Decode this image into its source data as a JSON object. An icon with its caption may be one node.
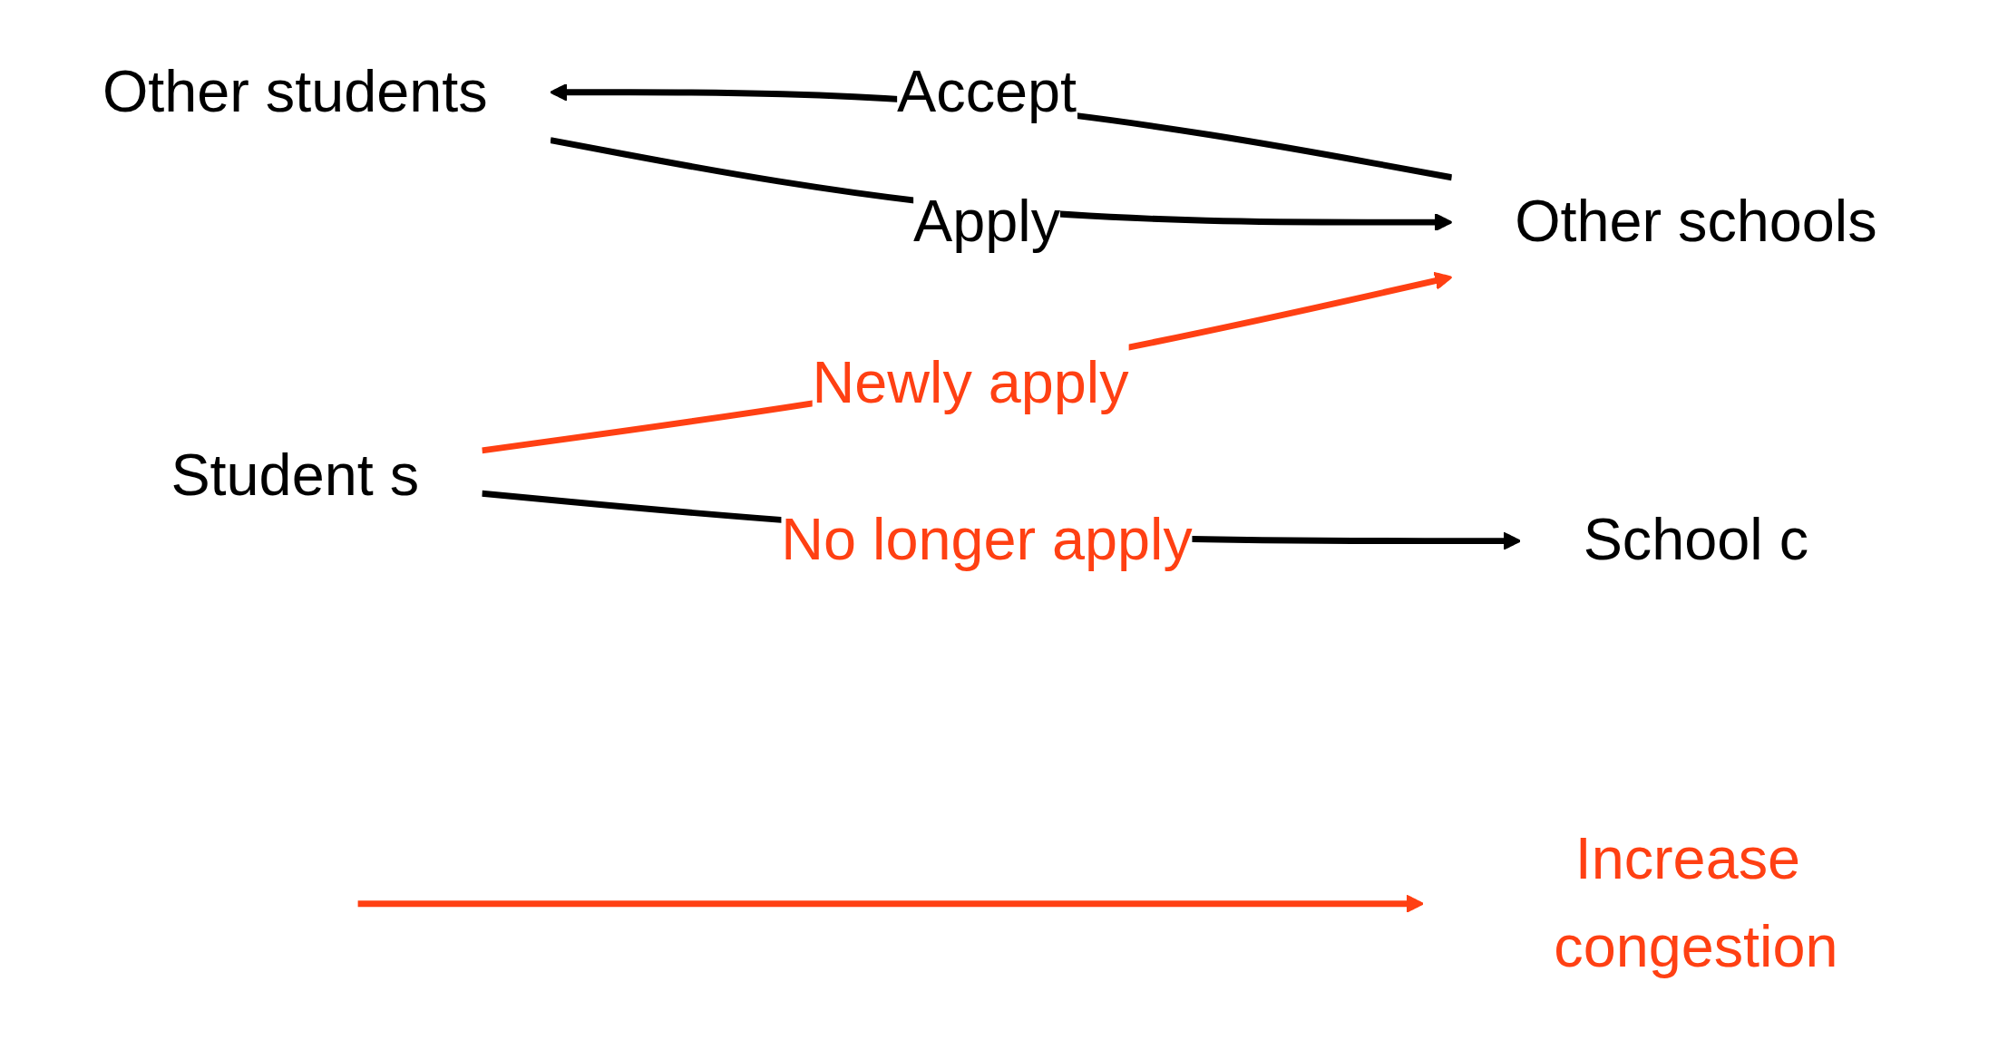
{
  "diagram": {
    "nodes": [
      {
        "text": [
          "Student s"
        ]
      },
      {
        "text": [
          "School c"
        ]
      },
      {
        "text": [
          "Other students"
        ]
      },
      {
        "text": [
          "Other schools"
        ]
      },
      {
        "text": [
          "Increase congestion"
        ]
      }
    ],
    "edges": [
      {
        "from": 0,
        "to": 1,
        "arrow": "to",
        "label": "No longer apply"
      },
      {
        "from": 0,
        "to": 3,
        "arrow": "to",
        "label": "Newly apply",
        "color": "#ff4013"
      },
      {
        "from": 2,
        "to": 3,
        "arrow": "to",
        "label": "Apply"
      },
      {
        "from": 3,
        "to": 2,
        "arrow": "to",
        "label": "Accept"
      },
      {
        "from": null,
        "to": 4,
        "arrow": "to",
        "color": "#ff4013"
      }
    ]
  }
}
